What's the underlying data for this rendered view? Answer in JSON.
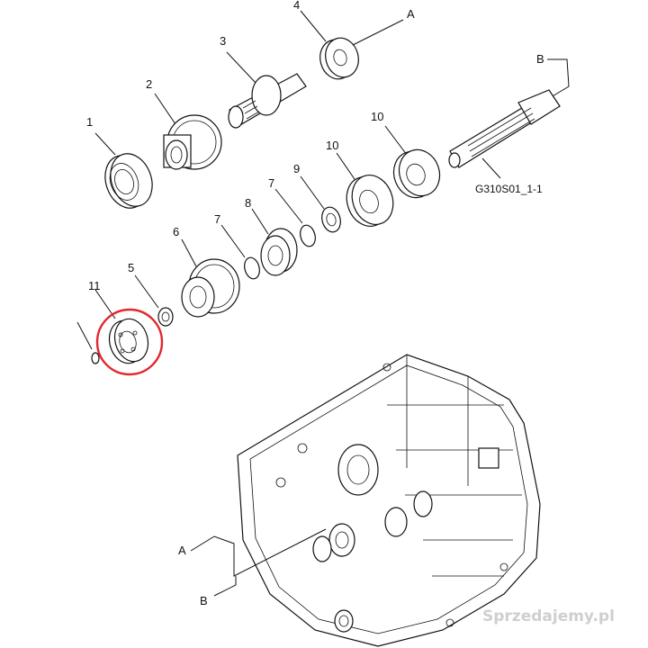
{
  "labels": {
    "p1": "1",
    "p2": "2",
    "p3": "3",
    "p4": "4",
    "p5": "5",
    "p6": "6",
    "p7a": "7",
    "p7b": "7",
    "p8": "8",
    "p9": "9",
    "p10a": "10",
    "p10b": "10",
    "p11": "11",
    "refA_top": "A",
    "refB_top": "B",
    "refA_bottom": "A",
    "refB_bottom": "B"
  },
  "diagram_code": "G310S01_1-1",
  "highlighted_part": "11",
  "highlight_color": "#e3262d",
  "watermark": "Sprzedajemy.pl"
}
